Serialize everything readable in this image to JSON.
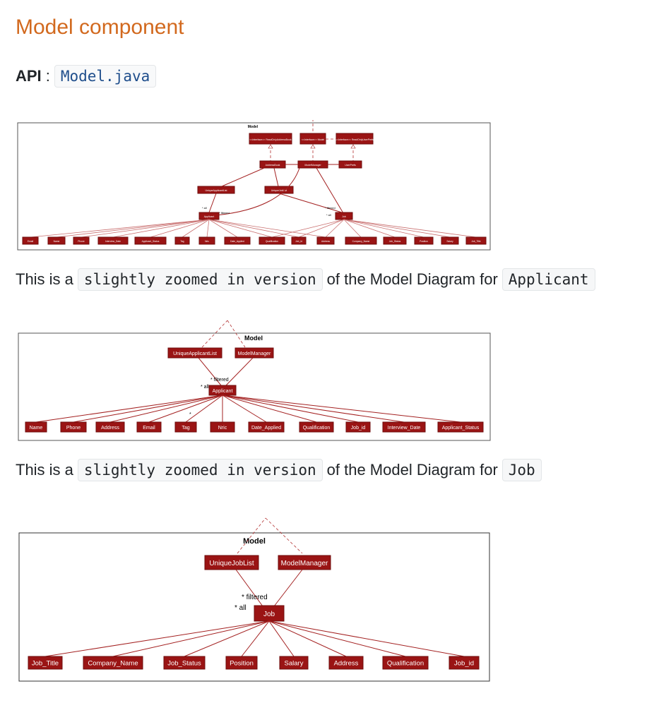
{
  "heading": "Model component",
  "api": {
    "label": "API",
    "sep": ":",
    "link": "Model.java"
  },
  "para_applicant": {
    "pre": "This is a",
    "code": "slightly zoomed in version",
    "mid": "of the Model Diagram for",
    "target": "Applicant"
  },
  "para_job": {
    "pre": "This is a",
    "code": "slightly zoomed in version",
    "mid": "of the Model Diagram for",
    "target": "Job"
  },
  "diagram_full": {
    "title": "Model",
    "interfaces": [
      "<<Interface>> ReadOnlyAddressBook",
      "<<Interface>> Model",
      "<<Interface>> ReadOnlyUserPrefs"
    ],
    "classes": [
      "AddressBook",
      "ModelManager",
      "UserPrefs",
      "UniqueApplicantList",
      "UniqueJobList",
      "Applicant",
      "Job"
    ],
    "labels": [
      "* all",
      "* filtered",
      "* filtered",
      "* all"
    ],
    "attributes": [
      "Email",
      "Name",
      "Phone",
      "Interview_Date",
      "Applicant_Status",
      "Tag",
      "Nric",
      "Date_Applied",
      "Qualification",
      "Job_id",
      "Address",
      "Company_Name",
      "Job_Status",
      "Position",
      "Salary",
      "Job_Title"
    ]
  },
  "diagram_applicant": {
    "title": "Model",
    "list": "UniqueApplicantList",
    "manager": "ModelManager",
    "entity": "Applicant",
    "label_filtered": "* filtered",
    "label_all": "* all",
    "star": "*",
    "attributes": [
      "Name",
      "Phone",
      "Address",
      "Email",
      "Tag",
      "Nric",
      "Date_Applied",
      "Qualification",
      "Job_id",
      "Interview_Date",
      "Applicant_Status"
    ]
  },
  "diagram_job": {
    "title": "Model",
    "list": "UniqueJobList",
    "manager": "ModelManager",
    "entity": "Job",
    "label_filtered": "* filtered",
    "label_all": "* all",
    "attributes": [
      "Job_Title",
      "Company_Name",
      "Job_Status",
      "Position",
      "Salary",
      "Address",
      "Qualification",
      "Job_id"
    ]
  }
}
